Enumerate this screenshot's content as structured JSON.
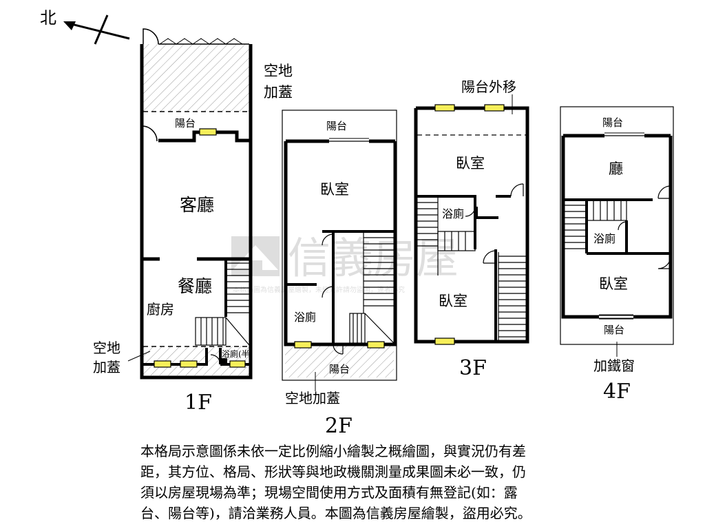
{
  "north_label": "北",
  "watermark": {
    "brand": "信義房屋",
    "fine_print": "本格局圖為信義房屋繪製，未經允許請勿盜用，違者必究"
  },
  "floors": [
    {
      "label": "1F",
      "rooms": {
        "open_space_top": "空地\n加蓋",
        "balcony": "陽台",
        "living_room": "客廳",
        "dining_room": "餐廳",
        "kitchen": "廚房",
        "open_space_bottom": "空地\n加蓋",
        "bath_half": "浴廁(半"
      }
    },
    {
      "label": "2F",
      "rooms": {
        "balcony_top": "陽台",
        "bedroom": "臥室",
        "bath": "浴廁",
        "balcony_bottom": "陽台",
        "open_space_note": "空地加蓋"
      }
    },
    {
      "label": "3F",
      "rooms": {
        "balcony_moved": "陽台外移",
        "bedroom_top": "臥室",
        "bath": "浴廁",
        "bedroom_bottom": "臥室"
      }
    },
    {
      "label": "4F",
      "rooms": {
        "balcony_top": "陽台",
        "hall": "廳",
        "bath": "浴廁",
        "bedroom": "臥室",
        "balcony_bottom": "陽台",
        "iron_window": "加鐵窗"
      }
    }
  ],
  "disclaimer": [
    "本格局示意圖係未依一定比例縮小繪製之概繪圖，與實況仍有差",
    "距，其方位、格局、形狀等與地政機關測量成果圖未必一致，仍",
    "須以房屋現場為準；現場空間使用方式及面積有無登記(如：露",
    "台、陽台等)，請洽業務人員。本圖為信義房屋繪製，盜用必究。"
  ]
}
